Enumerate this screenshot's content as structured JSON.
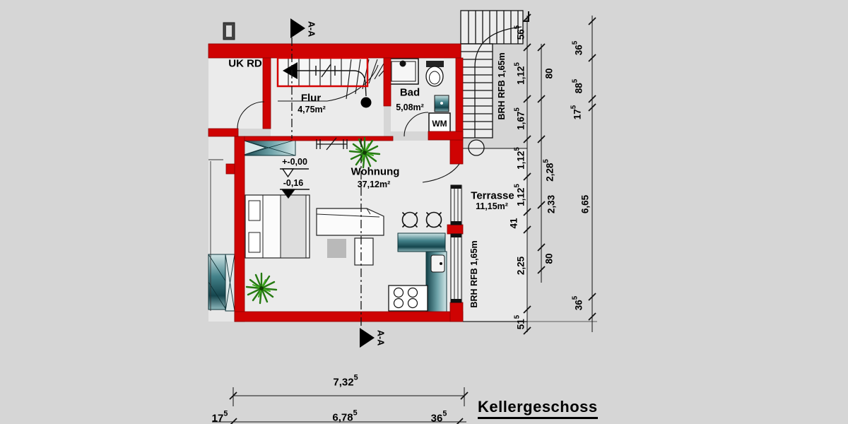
{
  "plan": {
    "title": "Kellergeschoss",
    "rooms": {
      "flur": {
        "name": "Flur",
        "area": "4,75m²"
      },
      "bad": {
        "name": "Bad",
        "area": "5,08m²"
      },
      "wohnung": {
        "name": "Wohnung",
        "area": "37,12m²"
      },
      "terrasse": {
        "name": "Terrasse",
        "area": "11,15m²"
      }
    },
    "annotations": {
      "uk_rd": "UK RD",
      "wm": "WM",
      "brh_upper": "BRH RFB 1,65m",
      "brh_lower": "BRH RFB 1,65m",
      "section_label_top": "A-A",
      "section_label_bottom": "A-A",
      "level_ground": "+-0,00",
      "level_floor": "-0,16"
    },
    "dimensions": {
      "right_inner": [
        "56⁵",
        "1,12⁵",
        "1,67⁵",
        "1,12⁵",
        "1,12⁵",
        "41",
        "2,25",
        "51⁵"
      ],
      "right_mid": [
        "80",
        "2,28⁵",
        "2,33",
        "80"
      ],
      "right_outer": [
        "36⁵",
        "88⁵",
        "17⁵",
        "6,65",
        "36⁵"
      ],
      "bottom_total": "7,32⁵",
      "bottom_segments": [
        "17⁵",
        "6,78⁵",
        "36⁵"
      ]
    },
    "colors": {
      "wall_red": "#cf0303",
      "furniture_teal": "#2f747c",
      "plant_green": "#2f9618",
      "background": "#d6d6d6",
      "room_fill": "#ebebeb",
      "line": "#1a1a1a"
    }
  }
}
